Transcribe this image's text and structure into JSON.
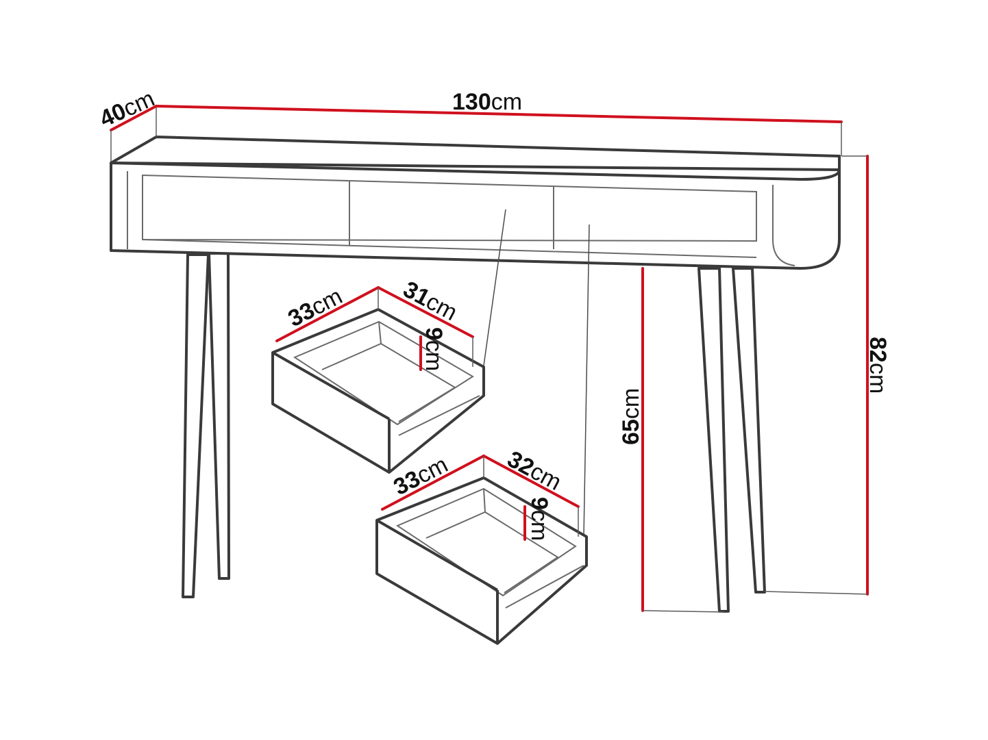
{
  "dimensions": {
    "width": {
      "value": "130",
      "unit": "cm"
    },
    "depth": {
      "value": "40",
      "unit": "cm"
    },
    "total_height": {
      "value": "82",
      "unit": "cm"
    },
    "leg_height": {
      "value": "65",
      "unit": "cm"
    },
    "drawer_1": {
      "width": {
        "value": "33",
        "unit": "cm"
      },
      "depth": {
        "value": "31",
        "unit": "cm"
      },
      "height": {
        "value": "9",
        "unit": "cm"
      }
    },
    "drawer_2": {
      "width": {
        "value": "33",
        "unit": "cm"
      },
      "depth": {
        "value": "32",
        "unit": "cm"
      },
      "height": {
        "value": "9",
        "unit": "cm"
      }
    }
  },
  "colors": {
    "dimension_line": "#d0101e",
    "outline": "#3a3a3a",
    "background": "#ffffff"
  }
}
